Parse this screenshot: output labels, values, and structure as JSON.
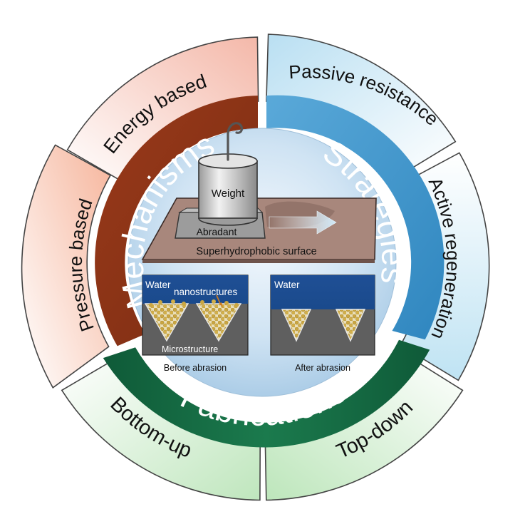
{
  "outer_ring": {
    "energy_based": "Energy based",
    "pressure_based": "Pressure based",
    "passive_resistance": "Passive resistance",
    "active_regeneration": "Active regeneration",
    "bottom_up": "Bottom-up",
    "top_down": "Top-down"
  },
  "inner_ring": {
    "mechanisms": "Mechanisms",
    "strategies": "Strategies",
    "fabrications": "Fabrications"
  },
  "illustration": {
    "weight": "Weight",
    "abradant": "Abradant",
    "surface": "Superhydrophobic surface",
    "water_left": "Water",
    "nanostructures": "nanostructures",
    "microstructure": "Microstructure",
    "before": "Before abrasion",
    "water_right": "Water",
    "after": "After abrasion"
  },
  "colors": {
    "mechanisms": "#8c3418",
    "strategies": "#3b93c9",
    "fabrications": "#166c45",
    "energy_fill": "#f6c7bc",
    "pressure_fill": "#f7c3ae",
    "passive_fill": "#cfe9f6",
    "active_fill": "#d3ecf6",
    "bottom_fill": "#d7f0d6",
    "top_fill": "#d5eed3"
  }
}
